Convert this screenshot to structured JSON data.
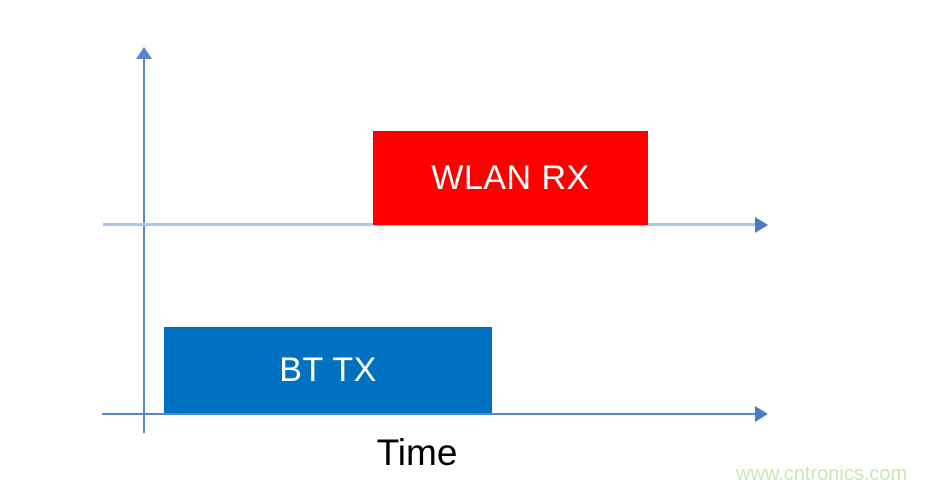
{
  "page": {
    "background_color": "#ffffff",
    "watermark": "www.cntronics.com",
    "watermark_color": "#cbe7b4"
  },
  "diagram": {
    "type": "timing-diagram",
    "x_axis_label": "Time",
    "axes": {
      "y_axis": {
        "color": "#5588d0"
      },
      "wlan_time_axis": {
        "line_color": "#a9c8eb",
        "arrow_color": "#4a7cc2"
      },
      "bt_time_axis": {
        "line_color": "#5588d0",
        "arrow_color": "#4a7cc2"
      }
    },
    "blocks": [
      {
        "label": "WLAN RX",
        "fill_color": "#ff0000",
        "text_color": "#ffffff",
        "lane": "upper",
        "time_start_fraction": 0.41,
        "time_end_fraction": 0.82
      },
      {
        "label": "BT TX",
        "fill_color": "#0070c0",
        "text_color": "#ffffff",
        "lane": "lower",
        "time_start_fraction": 0.09,
        "time_end_fraction": 0.59
      }
    ]
  }
}
